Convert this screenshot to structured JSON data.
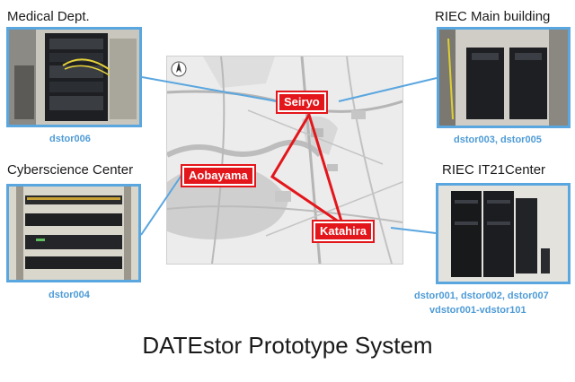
{
  "title": "DATEstor Prototype System",
  "sites": [
    {
      "name": "Medical Dept.",
      "nodes": "dstor006"
    },
    {
      "name": "Cyberscience  Center",
      "nodes": "dstor004"
    },
    {
      "name": "RIEC Main building",
      "nodes": "dstor003, dstor005"
    },
    {
      "name": "RIEC IT21Center",
      "nodes_line1": "dstor001, dstor002, dstor007",
      "nodes_line2": "vdstor001-vdstor101"
    }
  ],
  "map_labels": {
    "seiryo": "Seiryo",
    "aobayama": "Aobayama",
    "katahira": "Katahira"
  },
  "colors": {
    "connector": "#5aa6df",
    "link": "#e3161b",
    "caption": "#4e9bd6"
  },
  "icons": {
    "compass": "north-arrow-icon"
  }
}
